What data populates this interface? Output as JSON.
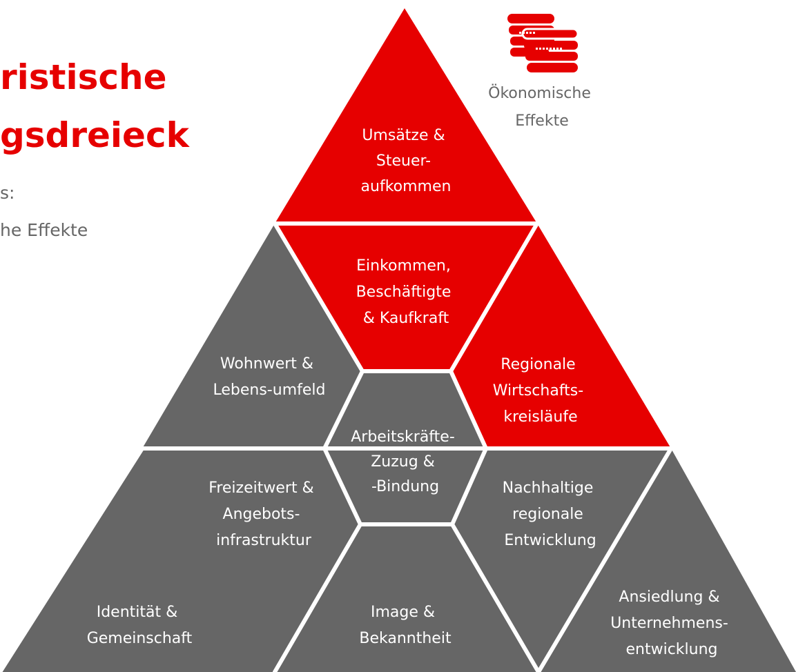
{
  "header": {
    "title_line1": "ristische",
    "title_line2": "gsdreieck",
    "subtitle_line1": "s:",
    "subtitle_line2": "he Effekte"
  },
  "colors": {
    "accent_red": "#e60000",
    "cell_gray": "#666666",
    "divider": "#ffffff"
  },
  "economic_effects": {
    "icon": "coin-stack-icon",
    "line1": "Ökonomische",
    "line2": "Effekte"
  },
  "cells": [
    {
      "id": "umsaetze",
      "lines": [
        "Umsätze &",
        "Steuer-",
        "aufkommen"
      ]
    },
    {
      "id": "einkommen",
      "lines": [
        "Einkommen,",
        "Beschäftigte",
        "& Kaufkraft"
      ]
    },
    {
      "id": "regionale-wirtschaft",
      "lines": [
        "Regionale",
        "Wirtschafts-",
        "kreisläufe"
      ]
    },
    {
      "id": "wohnwert",
      "lines": [
        "Wohnwert &",
        "Lebens-umfeld"
      ]
    },
    {
      "id": "arbeitskraefte",
      "lines": [
        "Arbeitskräfte-",
        "Zuzug &",
        "-Bindung"
      ]
    },
    {
      "id": "freizeitwert",
      "lines": [
        "Freizeitwert &",
        "Angebots-",
        "infrastruktur"
      ]
    },
    {
      "id": "nachhaltige",
      "lines": [
        "Nachhaltige",
        "regionale",
        "Entwicklung"
      ]
    },
    {
      "id": "identitaet",
      "lines": [
        "Identität &",
        "Gemeinschaft"
      ]
    },
    {
      "id": "image",
      "lines": [
        "Image &",
        "Bekanntheit"
      ]
    },
    {
      "id": "ansiedlung",
      "lines": [
        "Ansiedlung &",
        "Unternehmens-",
        "entwicklung"
      ]
    }
  ]
}
